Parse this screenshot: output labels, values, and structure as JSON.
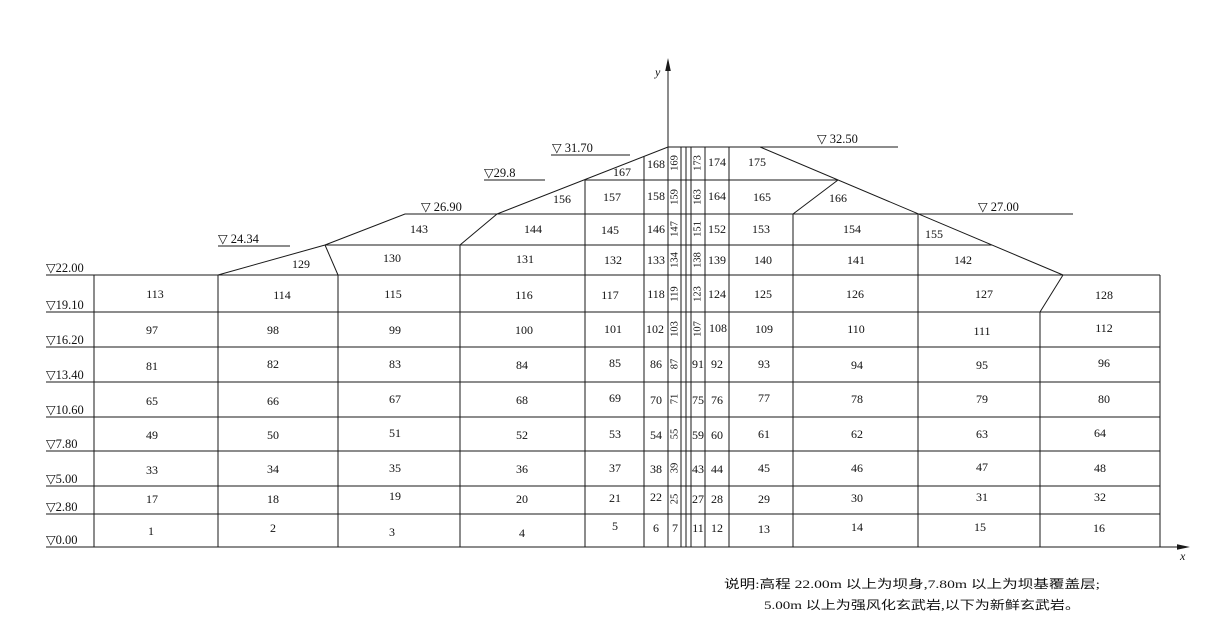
{
  "axes": {
    "x_label": "x",
    "y_label": "y"
  },
  "elevations": [
    "▽22.00",
    "▽19.10",
    "▽16.20",
    "▽13.40",
    "▽10.60",
    "▽7.80",
    "▽5.00",
    "▽2.80",
    "▽0.00"
  ],
  "dam_annotations": [
    "▽ 24.34",
    "▽ 26.90",
    "▽29.8",
    "▽ 31.70",
    "▽ 32.50",
    "▽ 27.00"
  ],
  "element_rows": [
    [
      "1",
      "2",
      "3",
      "4",
      "5",
      "6",
      "7",
      "11",
      "12",
      "13",
      "14",
      "15",
      "16"
    ],
    [
      "17",
      "18",
      "19",
      "20",
      "21",
      "22",
      "25",
      "27",
      "28",
      "29",
      "30",
      "31",
      "32"
    ],
    [
      "33",
      "34",
      "35",
      "36",
      "37",
      "38",
      "39",
      "43",
      "44",
      "45",
      "46",
      "47",
      "48"
    ],
    [
      "49",
      "50",
      "51",
      "52",
      "53",
      "54",
      "55",
      "59",
      "60",
      "61",
      "62",
      "63",
      "64"
    ],
    [
      "65",
      "66",
      "67",
      "68",
      "69",
      "70",
      "71",
      "75",
      "76",
      "77",
      "78",
      "79",
      "80"
    ],
    [
      "81",
      "82",
      "83",
      "84",
      "85",
      "86",
      "87",
      "91",
      "92",
      "93",
      "94",
      "95",
      "96"
    ],
    [
      "97",
      "98",
      "99",
      "100",
      "101",
      "102",
      "103",
      "107",
      "108",
      "109",
      "110",
      "111",
      "112"
    ],
    [
      "113",
      "114",
      "115",
      "116",
      "117",
      "118",
      "119",
      "123",
      "124",
      "125",
      "126",
      "127",
      "128"
    ],
    [
      "129",
      "130",
      "131",
      "132",
      "133",
      "134",
      "138",
      "139",
      "140",
      "141",
      "142"
    ],
    [
      "143",
      "144",
      "145",
      "146",
      "147",
      "151",
      "152",
      "153",
      "154",
      "155"
    ],
    [
      "156",
      "157",
      "158",
      "159",
      "163",
      "164",
      "165",
      "166"
    ],
    [
      "167",
      "168",
      "169",
      "173",
      "174",
      "175"
    ]
  ],
  "note": [
    "说明:高程 22.00m 以上为坝身,7.80m 以上为坝基覆盖层;",
    "5.00m 以上为强风化玄武岩,以下为新鲜玄武岩。"
  ]
}
